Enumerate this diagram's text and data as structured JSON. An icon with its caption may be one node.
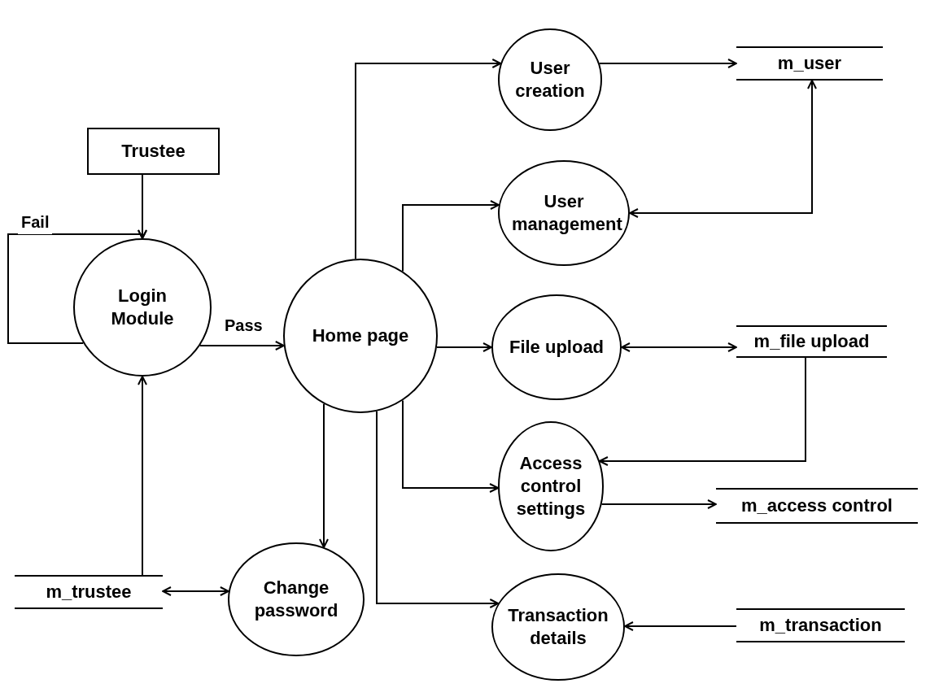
{
  "diagram": {
    "nodes": [
      {
        "text": [
          "Trustee"
        ]
      },
      {
        "text": [
          "Login Module"
        ]
      },
      {
        "text": [
          "Home page"
        ]
      },
      {
        "text": [
          "User creation"
        ]
      },
      {
        "text": [
          "User management"
        ]
      },
      {
        "text": [
          "File upload"
        ]
      },
      {
        "text": [
          "Access control settings"
        ]
      },
      {
        "text": [
          "Change password"
        ]
      },
      {
        "text": [
          "Transaction details"
        ]
      },
      {
        "text": [
          "m_user"
        ]
      },
      {
        "text": [
          "m_file upload"
        ]
      },
      {
        "text": [
          "m_access control"
        ]
      },
      {
        "text": [
          "m_trustee"
        ]
      },
      {
        "text": [
          "m_transaction"
        ]
      }
    ],
    "edges": [
      {
        "from": 0,
        "to": 1,
        "arrow": "to"
      },
      {
        "from": 1,
        "to": 1,
        "arrow": "to",
        "label": "Fail"
      },
      {
        "from": 1,
        "to": 2,
        "arrow": "to",
        "label": "Pass"
      },
      {
        "from": 2,
        "to": 3,
        "arrow": "to"
      },
      {
        "from": 2,
        "to": 4,
        "arrow": "to"
      },
      {
        "from": 2,
        "to": 5,
        "arrow": "to"
      },
      {
        "from": 2,
        "to": 6,
        "arrow": "to"
      },
      {
        "from": 2,
        "to": 7,
        "arrow": "to"
      },
      {
        "from": 2,
        "to": 8,
        "arrow": "to"
      },
      {
        "from": 3,
        "to": 9,
        "arrow": "to"
      },
      {
        "from": 4,
        "to": 9,
        "arrow": "both"
      },
      {
        "from": 5,
        "to": 10,
        "arrow": "both"
      },
      {
        "from": 10,
        "to": 6,
        "arrow": "to"
      },
      {
        "from": 6,
        "to": 11,
        "arrow": "to"
      },
      {
        "from": 12,
        "to": 1,
        "arrow": "to"
      },
      {
        "from": 12,
        "to": 7,
        "arrow": "both"
      },
      {
        "from": 13,
        "to": 8,
        "arrow": "to"
      }
    ]
  }
}
